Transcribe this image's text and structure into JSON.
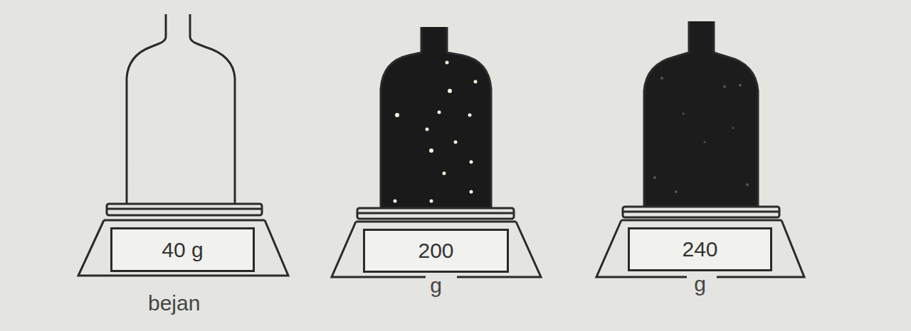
{
  "diagram": {
    "nodes": [
      {
        "text": [
          "40 g"
        ]
      },
      {
        "text": [
          "200",
          "g"
        ]
      },
      {
        "text": [
          "240",
          "g"
        ]
      }
    ],
    "labels": [
      "bejan"
    ]
  }
}
